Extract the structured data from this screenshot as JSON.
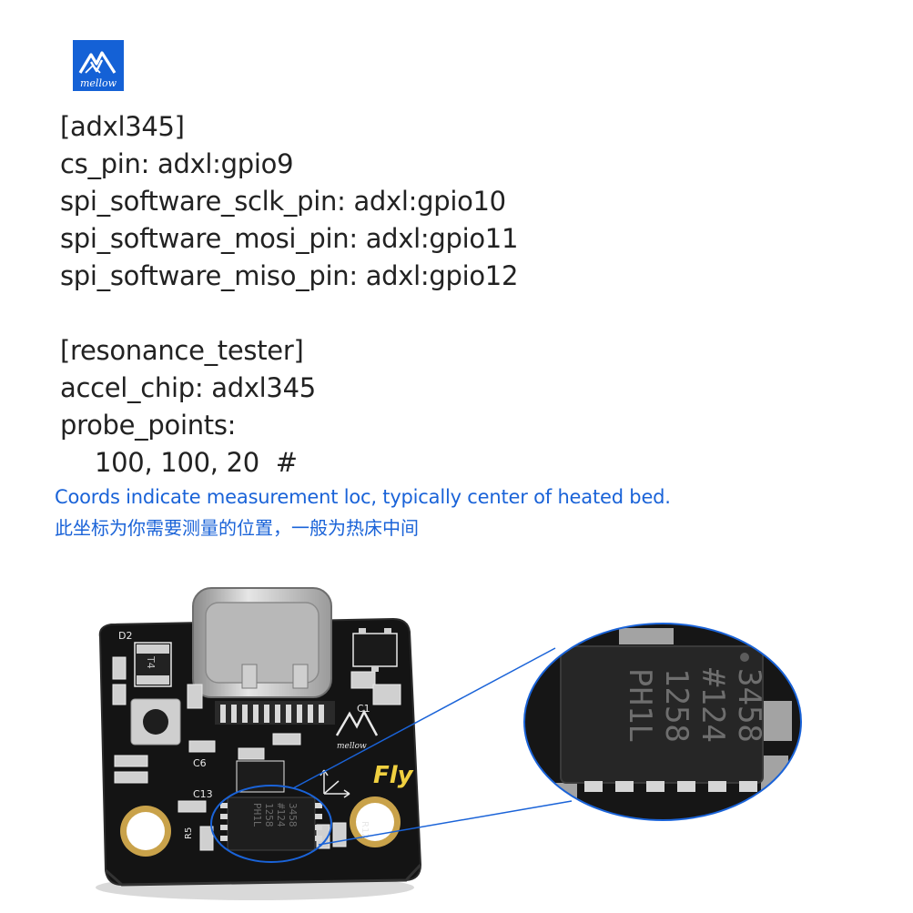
{
  "brand": {
    "logo_text": "mellow"
  },
  "config": {
    "adxl_section": "[adxl345]",
    "cs_pin": "cs_pin: adxl:gpio9",
    "sclk_pin": "spi_software_sclk_pin: adxl:gpio10",
    "mosi_pin": "spi_software_mosi_pin: adxl:gpio11",
    "miso_pin": "spi_software_miso_pin: adxl:gpio12",
    "resonance_section": "[resonance_tester]",
    "accel_chip": "accel_chip: adxl345",
    "probe_points": "probe_points:",
    "probe_values": "100, 100, 20  #"
  },
  "notes": {
    "english": "Coords indicate measurement loc, typically center of heated bed.",
    "chinese": "此坐标为你需要测量的位置，一般为热床中间"
  },
  "board": {
    "silk_fly": "Fly",
    "silk_logo": "mellow",
    "label_d2": "D2",
    "label_c6": "C6",
    "label_c13": "C13",
    "label_r5": "R5",
    "label_r12": "R12",
    "label_c1": "C1",
    "diode_mark": "T4",
    "chip_lines": [
      "3458",
      "#124",
      "1258",
      "PH1L"
    ]
  },
  "colors": {
    "accent": "#1a63d8",
    "pcb": "#141414",
    "silk": "#e8e8e8",
    "gold": "#c9a24a",
    "fly_yellow": "#f0d040"
  }
}
